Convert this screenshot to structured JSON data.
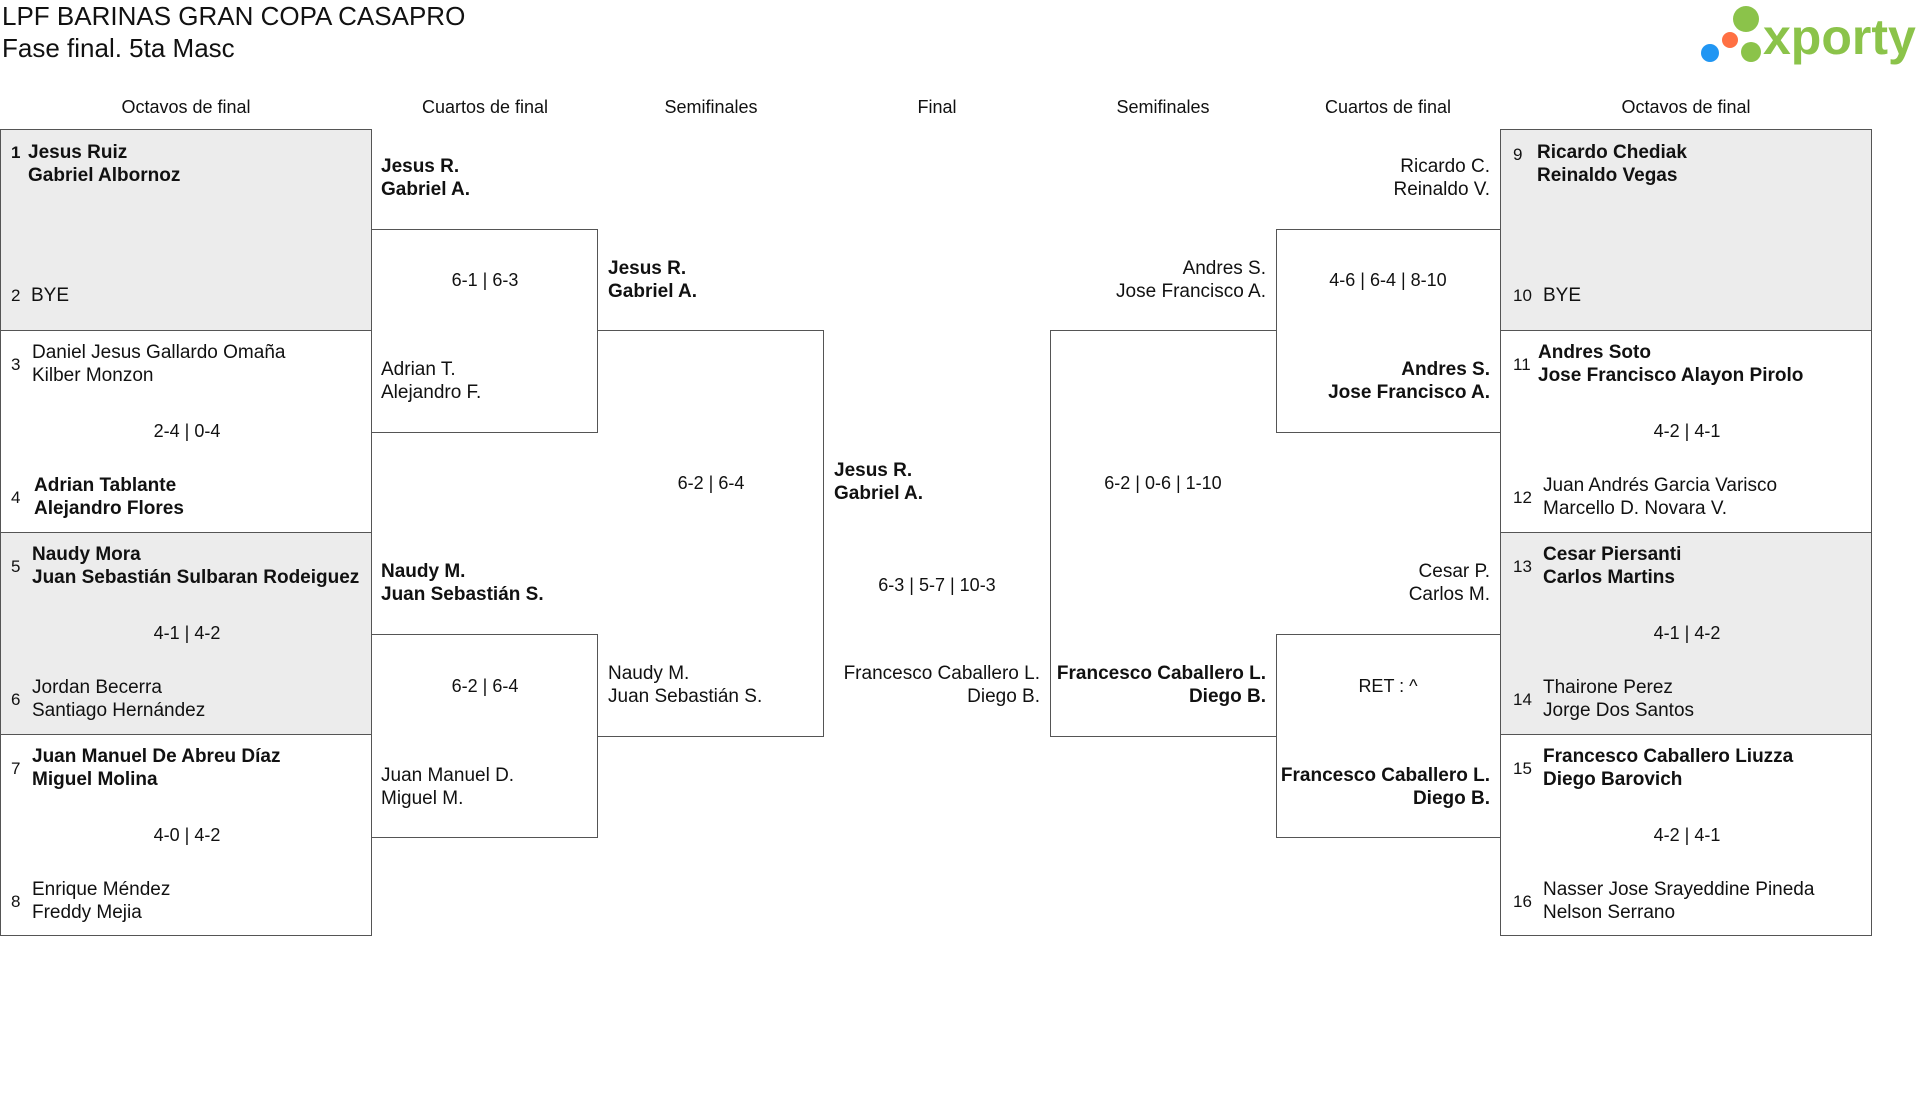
{
  "header": {
    "title": "LPF BARINAS GRAN COPA CASAPRO",
    "subtitle": "Fase final. 5ta Masc",
    "logo_text": "xporty",
    "logo_colors": [
      "#8bc34a",
      "#2196f3",
      "#ff7043",
      "#8bc34a"
    ]
  },
  "rounds": {
    "left_r16": "Octavos de final",
    "left_qf": "Cuartos de final",
    "left_sf": "Semifinales",
    "final": "Final",
    "right_sf": "Semifinales",
    "right_qf": "Cuartos de final",
    "right_r16": "Octavos de final"
  },
  "left_r16": [
    {
      "seed_a": "1",
      "a1": "Jesus Ruiz",
      "a2": "Gabriel Albornoz",
      "seed_b": "2",
      "b1": "BYE",
      "b2": "",
      "score": ""
    },
    {
      "seed_a": "3",
      "a1": "Daniel Jesus Gallardo Omaña",
      "a2": "Kilber Monzon",
      "seed_b": "4",
      "b1": "Adrian Tablante",
      "b2": "Alejandro Flores",
      "score": "2-4 | 0-4"
    },
    {
      "seed_a": "5",
      "a1": "Naudy Mora",
      "a2": "Juan Sebastián Sulbaran Rodeiguez",
      "seed_b": "6",
      "b1": "Jordan Becerra",
      "b2": "Santiago Hernández",
      "score": "4-1 | 4-2"
    },
    {
      "seed_a": "7",
      "a1": "Juan Manuel De Abreu Díaz",
      "a2": "Miguel Molina",
      "seed_b": "8",
      "b1": "Enrique Méndez",
      "b2": "Freddy Mejia",
      "score": "4-0 | 4-2"
    }
  ],
  "left_qf": [
    {
      "a1": "Jesus R.",
      "a2": "Gabriel A.",
      "b1": "Adrian T.",
      "b2": "Alejandro F.",
      "score": "6-1 | 6-3"
    },
    {
      "a1": "Naudy M.",
      "a2": "Juan Sebastián S.",
      "b1": "Juan Manuel D.",
      "b2": "Miguel M.",
      "score": "6-2 | 6-4"
    }
  ],
  "left_sf": {
    "a1": "Jesus R.",
    "a2": "Gabriel A.",
    "b1": "Naudy M.",
    "b2": "Juan Sebastián S.",
    "score": "6-2 | 6-4"
  },
  "final": {
    "a1": "Jesus R.",
    "a2": "Gabriel A.",
    "b1": "Francesco Caballero L.",
    "b2": "Diego B.",
    "score": "6-3 | 5-7 | 10-3"
  },
  "right_sf": {
    "a1": "Andres S.",
    "a2": "Jose Francisco A.",
    "b1": "Francesco Caballero L.",
    "b2": "Diego B.",
    "score": "6-2 | 0-6 | 1-10"
  },
  "right_qf": [
    {
      "a1": "Ricardo C.",
      "a2": "Reinaldo V.",
      "b1": "Andres S.",
      "b2": "Jose Francisco A.",
      "score": "4-6 | 6-4 | 8-10"
    },
    {
      "a1": "Cesar P.",
      "a2": "Carlos M.",
      "b1": "Francesco Caballero L.",
      "b2": "Diego B.",
      "score": "RET : ^"
    }
  ],
  "right_r16": [
    {
      "seed_a": "9",
      "a1": "Ricardo Chediak",
      "a2": "Reinaldo Vegas",
      "seed_b": "10",
      "b1": "BYE",
      "b2": "",
      "score": ""
    },
    {
      "seed_a": "11",
      "a1": "Andres Soto",
      "a2": "Jose Francisco Alayon Pirolo",
      "seed_b": "12",
      "b1": "Juan Andrés Garcia Varisco",
      "b2": "Marcello D. Novara V.",
      "score": "4-2 | 4-1"
    },
    {
      "seed_a": "13",
      "a1": "Cesar Piersanti",
      "a2": "Carlos Martins",
      "seed_b": "14",
      "b1": "Thairone Perez",
      "b2": "Jorge Dos Santos",
      "score": "4-1 | 4-2"
    },
    {
      "seed_a": "15",
      "a1": "Francesco Caballero Liuzza",
      "a2": "Diego Barovich",
      "seed_b": "16",
      "b1": "Nasser Jose Srayeddine Pineda",
      "b2": "Nelson Serrano",
      "score": "4-2 | 4-1"
    }
  ]
}
